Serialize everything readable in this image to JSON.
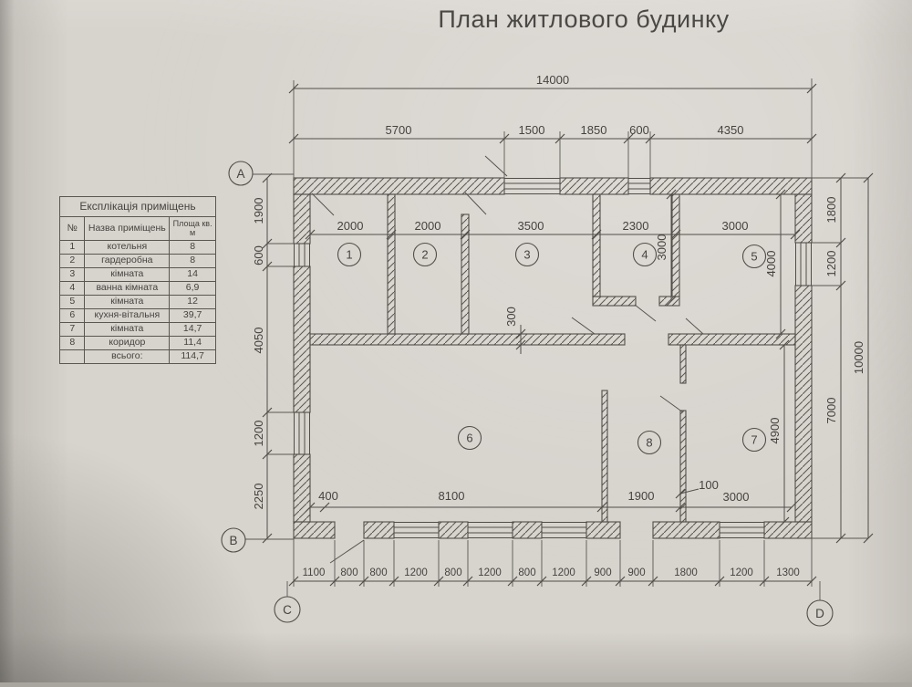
{
  "title": "План житлового будинку",
  "table": {
    "title": "Експлікація приміщень",
    "col_num": "№",
    "col_name": "Назва приміщень",
    "col_area": "Площа кв. м",
    "rows": [
      {
        "num": "1",
        "name": "котельня",
        "area": "8"
      },
      {
        "num": "2",
        "name": "гардеробна",
        "area": "8"
      },
      {
        "num": "3",
        "name": "кімната",
        "area": "14"
      },
      {
        "num": "4",
        "name": "ванна кімната",
        "area": "6,9"
      },
      {
        "num": "5",
        "name": "кімната",
        "area": "12"
      },
      {
        "num": "6",
        "name": "кухня-вітальня",
        "area": "39,7"
      },
      {
        "num": "7",
        "name": "кімната",
        "area": "14,7"
      },
      {
        "num": "8",
        "name": "коридор",
        "area": "11,4"
      },
      {
        "num": "",
        "name": "всього:",
        "area": "114,7"
      }
    ]
  },
  "axes": [
    "A",
    "B",
    "C",
    "D"
  ],
  "rooms": [
    "1",
    "2",
    "3",
    "4",
    "5",
    "6",
    "7",
    "8"
  ],
  "dims": {
    "overall_width": "14000",
    "overall_height": "10000",
    "top": [
      "5700",
      "1500",
      "1850",
      "600",
      "4350"
    ],
    "room_top": [
      "2000",
      "2000",
      "3500",
      "2300",
      "3000"
    ],
    "left": [
      "1900",
      "600",
      "4050",
      "1200",
      "2250"
    ],
    "right": [
      "1800",
      "1200",
      "7000"
    ],
    "bottom": [
      "1100",
      "800",
      "800",
      "1200",
      "800",
      "1200",
      "800",
      "1200",
      "900",
      "900",
      "1800",
      "1200",
      "1300"
    ],
    "inner_bottom": [
      "400",
      "8100",
      "1900",
      "3000"
    ],
    "bath_height": "3000",
    "room5_height": "4000",
    "room7_height": "4900",
    "wall_thickness": "300",
    "partition_thickness": "100"
  }
}
